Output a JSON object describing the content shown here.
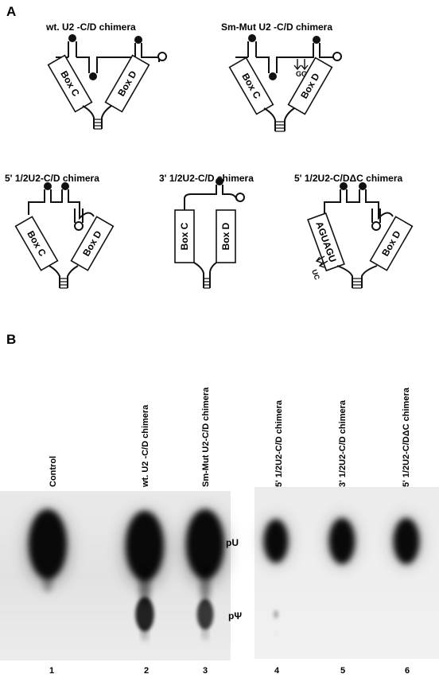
{
  "panel_a": {
    "letter": "A",
    "constructs": [
      {
        "title": "wt. U2 -C/D chimera",
        "box_left": "Box C",
        "box_right": "Box D"
      },
      {
        "title": "Sm-Mut U2 -C/D chimera",
        "box_left": "Box C",
        "box_right": "Box D",
        "mutation": "GG"
      },
      {
        "title": "5' 1/2U2-C/D chimera",
        "box_left": "Box C",
        "box_right": "Box D"
      },
      {
        "title": "3' 1/2U2-C/D chimera",
        "box_left": "Box C",
        "box_right": "Box D"
      },
      {
        "title": "5' 1/2U2-C/DΔC chimera",
        "box_left": "AGUAGU",
        "box_right": "Box D",
        "mutation": "UC"
      }
    ]
  },
  "panel_b": {
    "letter": "B",
    "lanes": [
      {
        "number": "1",
        "label": "Control",
        "pU": 1.0,
        "pPsi": 0.0
      },
      {
        "number": "2",
        "label": "wt. U2 -C/D chimera",
        "pU": 1.0,
        "pPsi": 0.9
      },
      {
        "number": "3",
        "label": "Sm-Mut U2-C/D chimera",
        "pU": 1.0,
        "pPsi": 0.8
      },
      {
        "number": "4",
        "label": "5' 1/2U2-C/D chimera",
        "pU": 0.85,
        "pPsi": 0.3
      },
      {
        "number": "5",
        "label": "3' 1/2U2-C/D chimera",
        "pU": 0.9,
        "pPsi": 0.0
      },
      {
        "number": "6",
        "label": "5' 1/2U2-C/DΔC chimera",
        "pU": 0.9,
        "pPsi": 0.0
      }
    ],
    "spots": {
      "pU": "pU",
      "pPsi": "pΨ"
    }
  }
}
